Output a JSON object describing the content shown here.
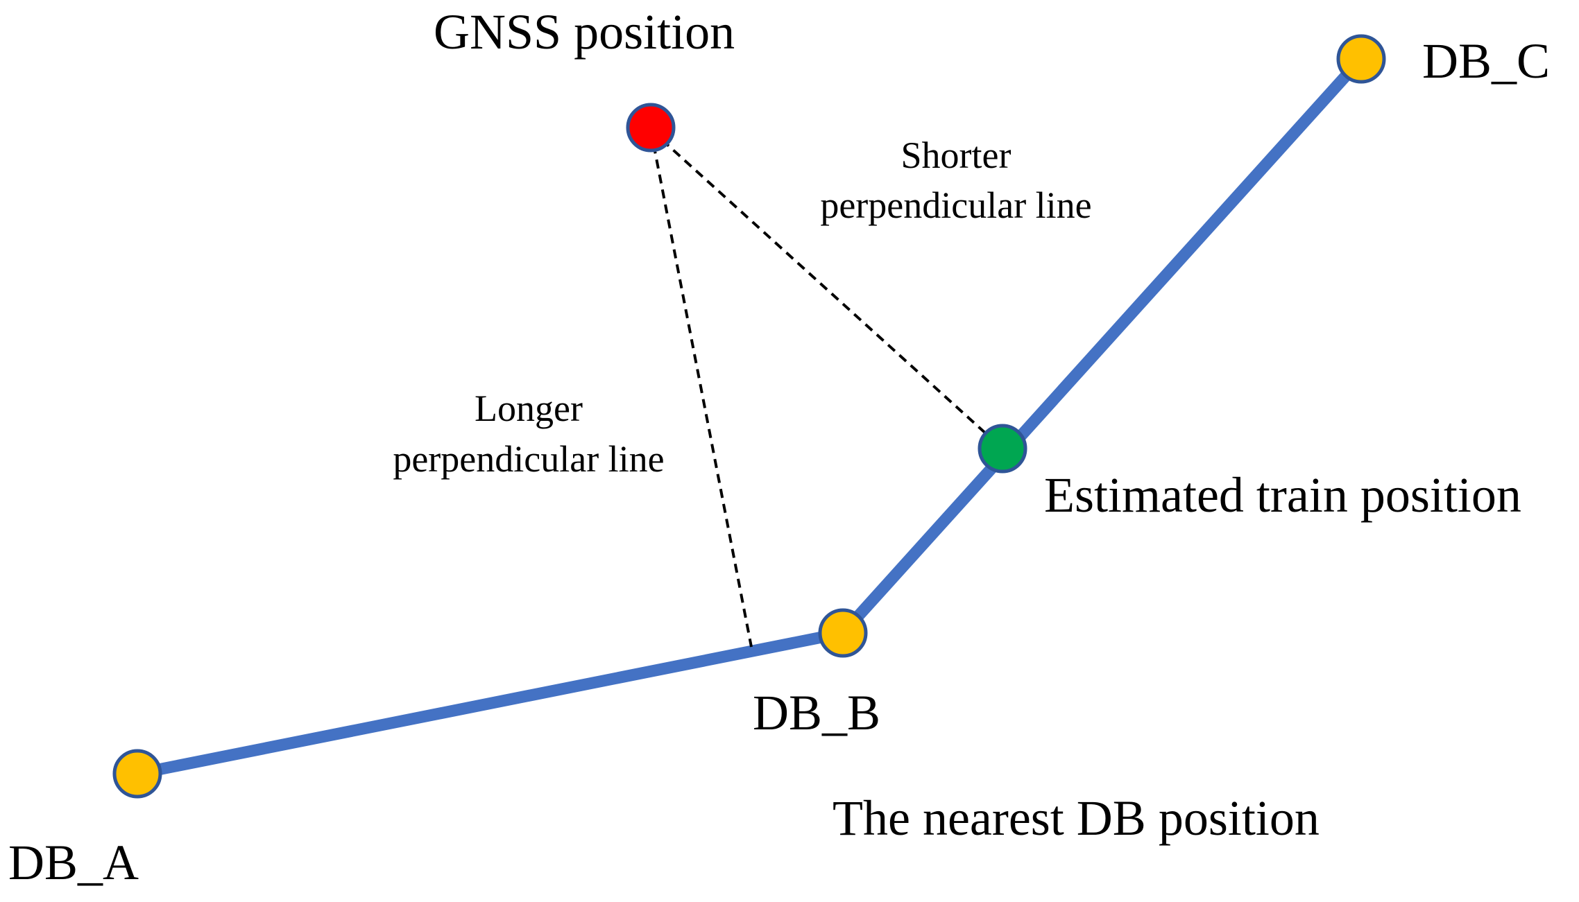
{
  "diagram": {
    "labels": {
      "gnss": "GNSS position",
      "db_a": "DB_A",
      "db_b": "DB_B",
      "db_c": "DB_C",
      "estimated": "Estimated train position",
      "nearest": "The nearest DB position",
      "shorter_line1": "Shorter",
      "shorter_line2": "perpendicular line",
      "longer_line1": "Longer",
      "longer_line2": "perpendicular line"
    },
    "colors": {
      "track": "#4472C4",
      "db_point": "#FFC000",
      "gnss_point": "#FF0000",
      "estimated_point": "#00A651",
      "point_outline": "#2F5597",
      "dashed": "#000000"
    }
  }
}
